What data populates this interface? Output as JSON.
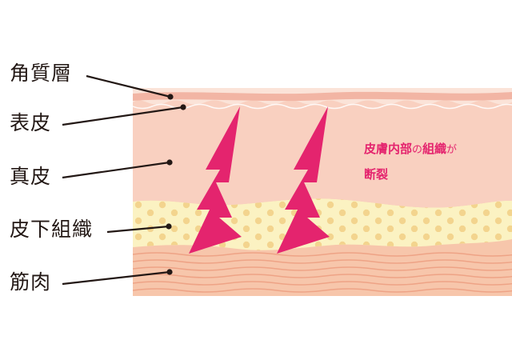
{
  "labels": [
    "角質層",
    "表皮",
    "真皮",
    "皮下組織",
    "筋肉"
  ],
  "annotation": {
    "part1_bold": "皮膚内部",
    "part1_particle": "の",
    "part1_rest": "組織",
    "part1_end": "が",
    "line2": "断裂"
  },
  "colors": {
    "accent": "#e4246e",
    "text": "#231815",
    "stratum_corneum": "#f2b5a4",
    "epidermis": "#fbe3d8",
    "dermis": "#f9d0c0",
    "subcutaneous": "#fbf2c2",
    "fat_dots": "#f3d48e",
    "muscle": "#f7c6ab",
    "muscle_lines": "#eea386"
  },
  "icons": [
    "rupture-bolt-icon",
    "rupture-bolt-icon"
  ]
}
